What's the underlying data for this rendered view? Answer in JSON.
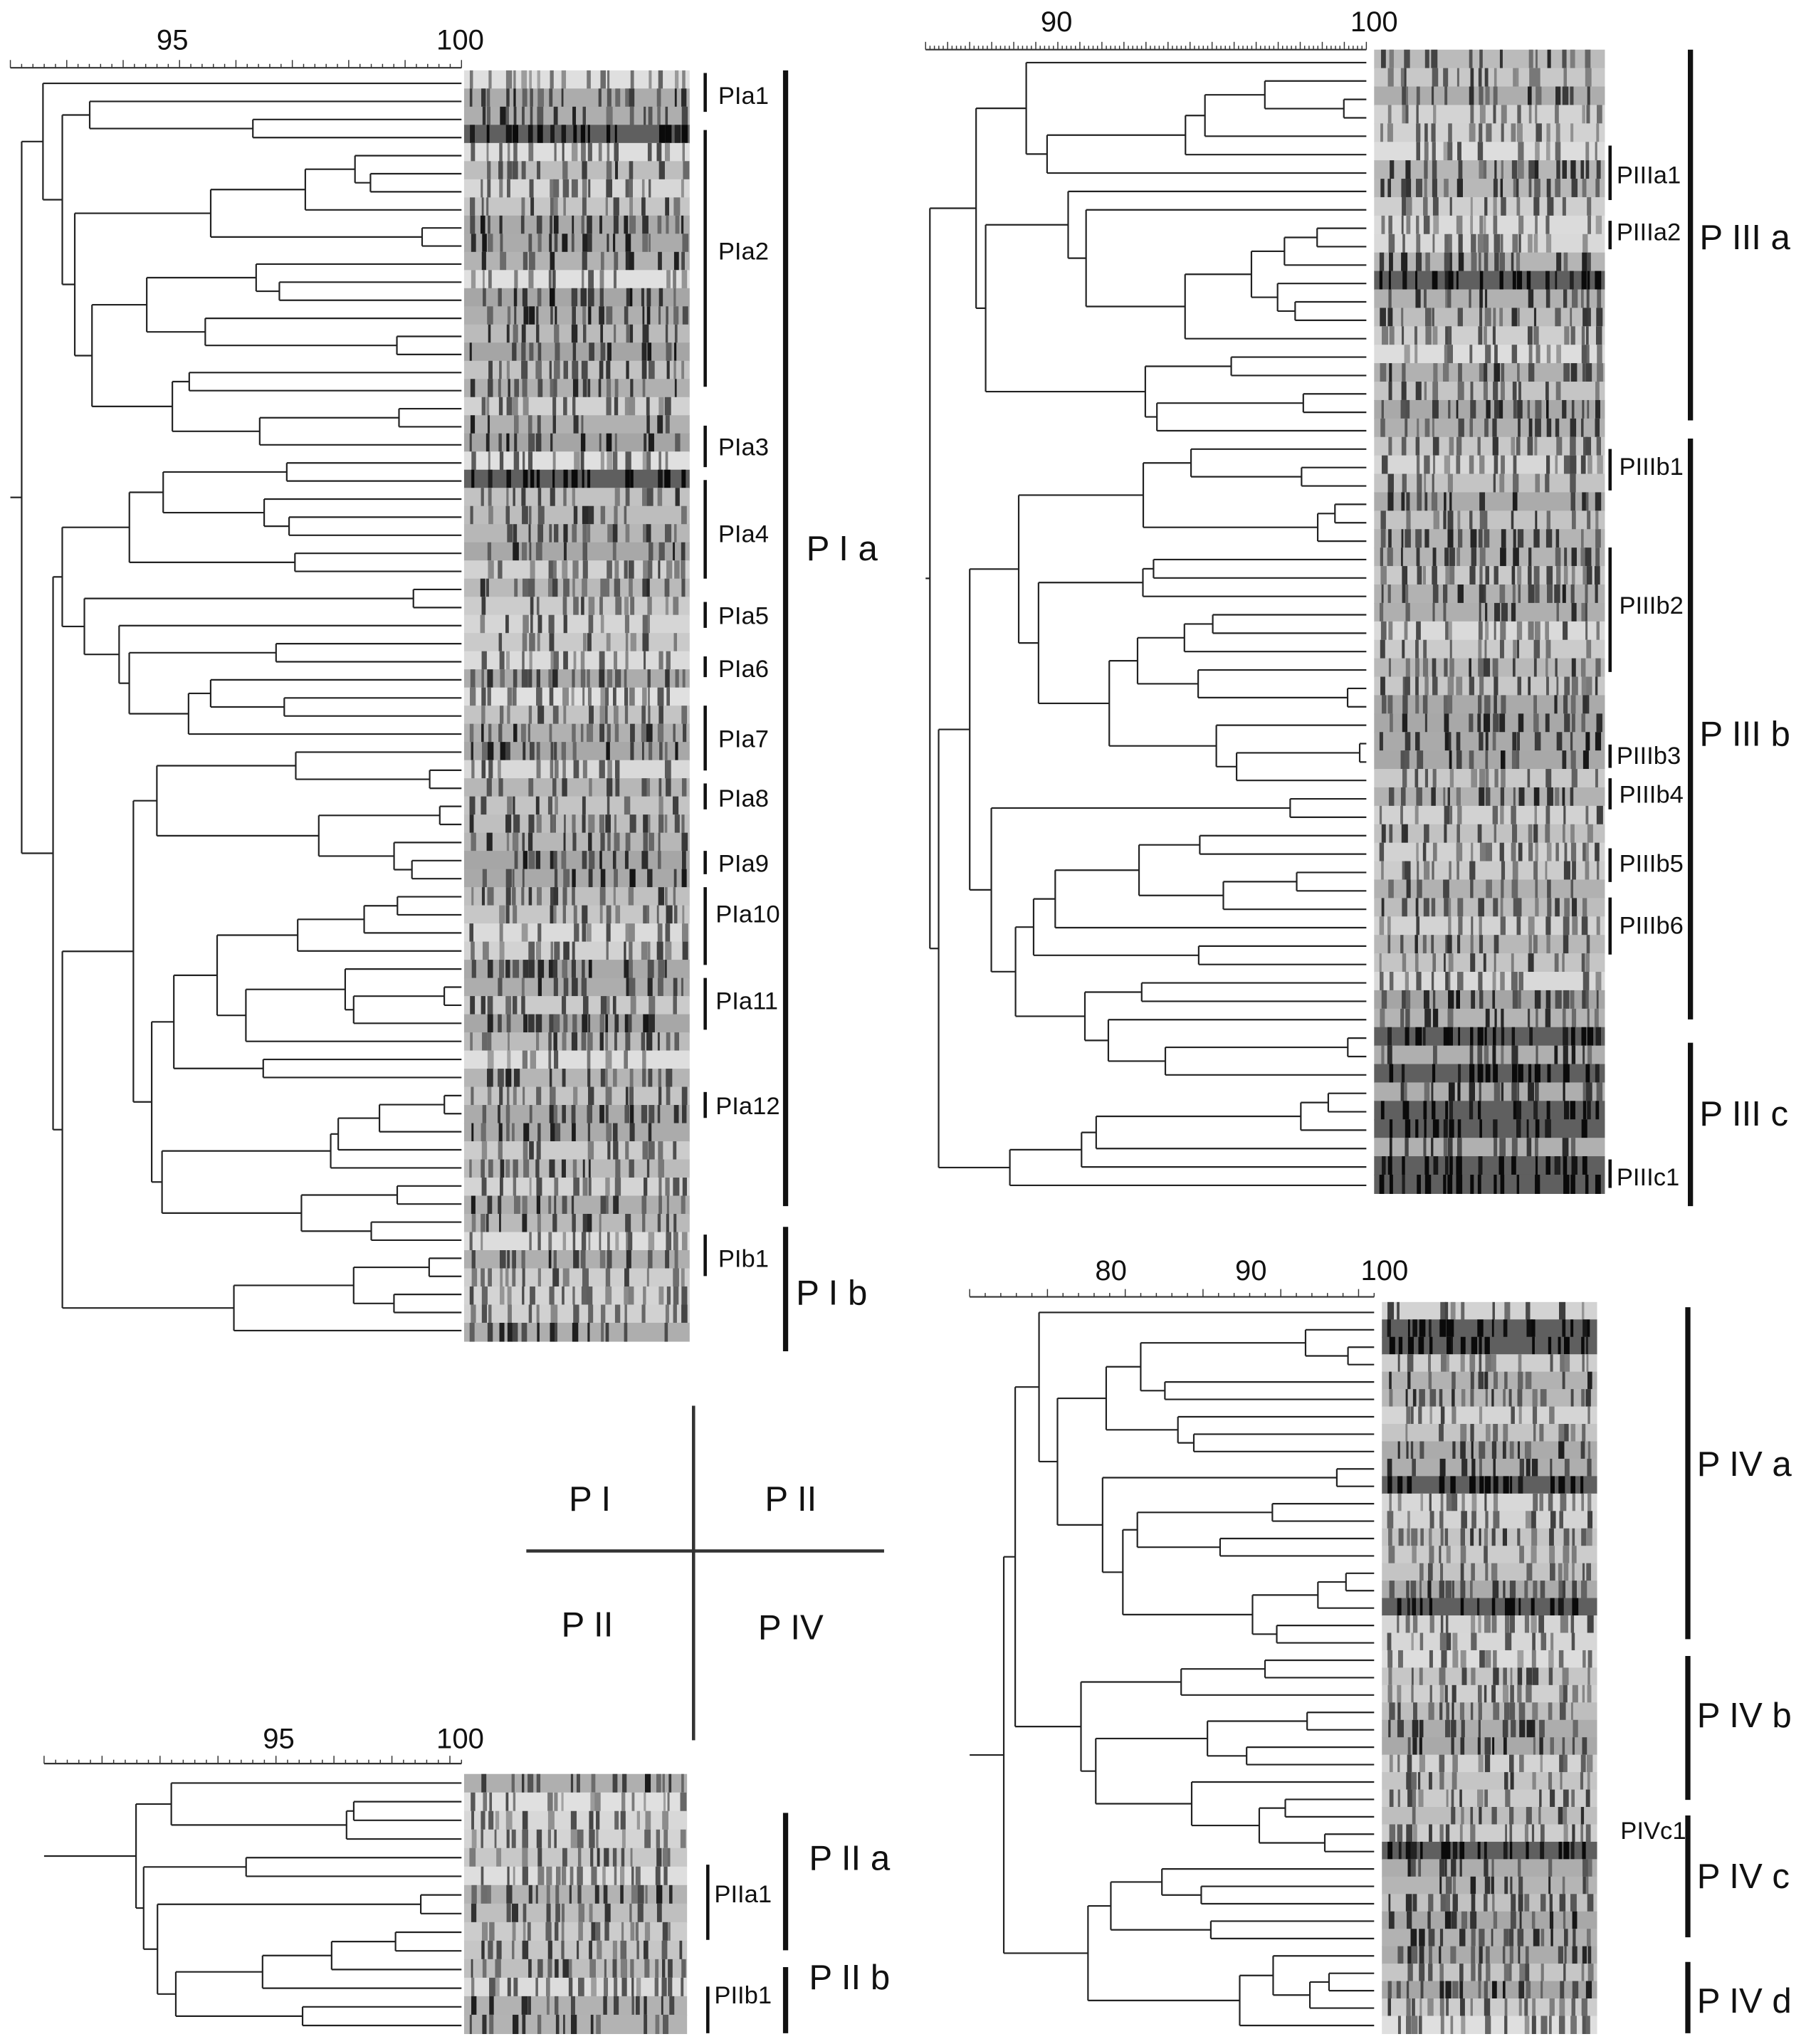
{
  "scales": {
    "pI": [
      "95",
      "100"
    ],
    "pIII": [
      "90",
      "100"
    ],
    "pIV": [
      "80",
      "90",
      "100"
    ],
    "pII": [
      "95",
      "100"
    ]
  },
  "clusters": {
    "pIa": "P I a",
    "pIb": "P I b",
    "pIIIa": "P III a",
    "pIIIb": "P III b",
    "pIIIc": "P III c",
    "pIVa": "P IV a",
    "pIVb": "P IV b",
    "pIVc": "P IV c",
    "pIVd": "P IV d",
    "pIIa": "P II a",
    "pIIb": "P II b"
  },
  "subclusters": {
    "pIa1": "PIa1",
    "pIa2": "PIa2",
    "pIa3": "PIa3",
    "pIa4": "PIa4",
    "pIa5": "PIa5",
    "pIa6": "PIa6",
    "pIa7": "PIa7",
    "pIa8": "PIa8",
    "pIa9": "PIa9",
    "pIa10": "PIa10",
    "pIa11": "PIa11",
    "pIa12": "PIa12",
    "pIb1": "PIb1",
    "pIIIa1": "PIIIa1",
    "pIIIa2": "PIIIa2",
    "pIIIb1": "PIIIb1",
    "pIIIb2": "PIIIb2",
    "pIIIb3": "PIIIb3",
    "pIIIb4": "PIIIb4",
    "pIIIb5": "PIIIb5",
    "pIIIb6": "PIIIb6",
    "pIIIc1": "PIIIc1",
    "pIVc1": "PIVc1",
    "pIIa1": "PIIa1",
    "pIIb1": "PIIb1"
  },
  "quadrant_key": {
    "top_left": "P I",
    "top_right": "P II",
    "bottom_left": "P II",
    "bottom_right": "P IV"
  }
}
